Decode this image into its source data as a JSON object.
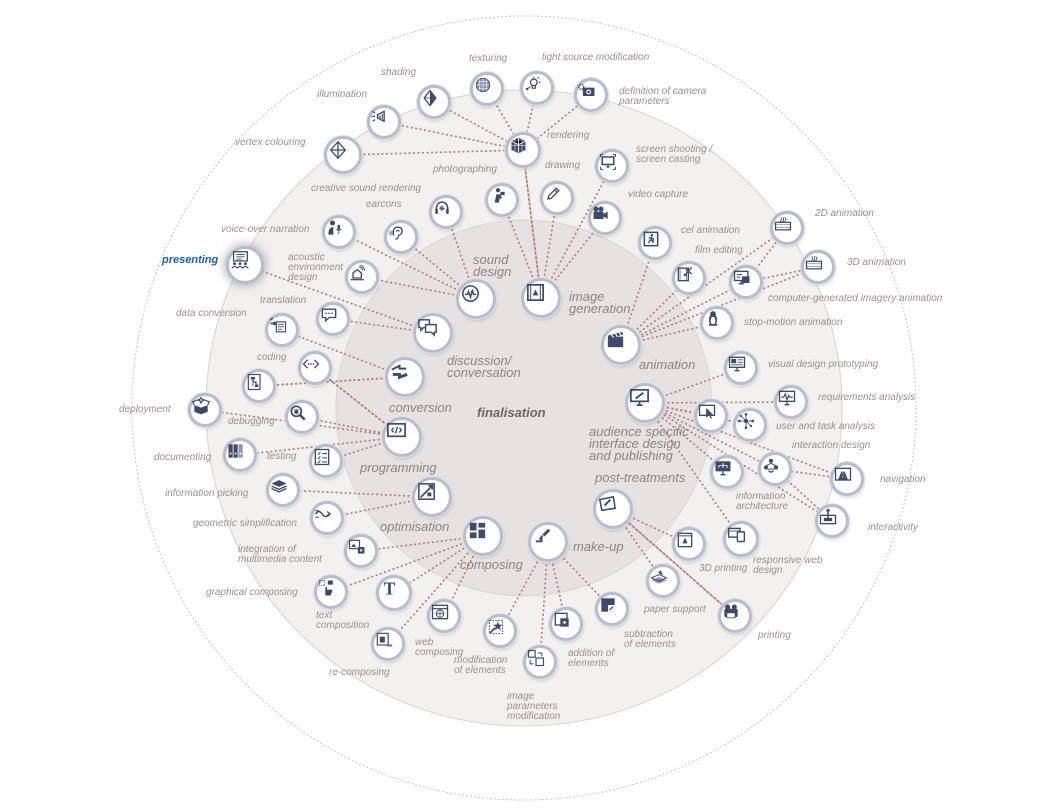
{
  "center": {
    "label": "finalisation"
  },
  "highlight": {
    "label": "presenting",
    "color": "#1f5ea8"
  },
  "colors": {
    "node_border": "#b9bccb",
    "icon": "#3d4a6b",
    "line": "#b07a78",
    "ring_fill": "#f2eeee",
    "inner_fill": "#e6e1e1",
    "text": "#9a8f90"
  },
  "categories": [
    {
      "id": "sound",
      "label": "sound\ndesign",
      "icon": "sound-wave-icon",
      "children": [
        {
          "id": "voiceover",
          "label": "voice-over narration",
          "icon": "microphone-person-icon"
        },
        {
          "id": "earcons",
          "label": "earcons",
          "icon": "ear-icon"
        },
        {
          "id": "creative-sound",
          "label": "creative sound rendering",
          "icon": "headphones-icon"
        },
        {
          "id": "acoustic",
          "label": "acoustic\nenvironment\ndesign",
          "icon": "house-sound-icon"
        }
      ]
    },
    {
      "id": "image",
      "label": "image\ngeneration",
      "icon": "film-frame-icon",
      "children": [
        {
          "id": "photographing",
          "label": "photographing",
          "icon": "photographer-icon"
        },
        {
          "id": "drawing",
          "label": "drawing",
          "icon": "pencil-icon"
        },
        {
          "id": "screen",
          "label": "screen shooting /\nscreen casting",
          "icon": "monitor-capture-icon"
        },
        {
          "id": "video",
          "label": "video capture",
          "icon": "video-camera-icon"
        },
        {
          "id": "rendering",
          "label": "rendering",
          "icon": "cube-icon"
        }
      ]
    },
    {
      "id": "rendering-group",
      "label": "",
      "icon": "",
      "children": [
        {
          "id": "vertex",
          "label": "vertex colouring",
          "icon": "mesh-icon"
        },
        {
          "id": "illumination",
          "label": "illumination",
          "icon": "spotlight-icon"
        },
        {
          "id": "shading",
          "label": "shading",
          "icon": "diamond-shading-icon"
        },
        {
          "id": "texturing",
          "label": "texturing",
          "icon": "textured-sphere-icon"
        },
        {
          "id": "lightsource",
          "label": "light source modification",
          "icon": "bulb-icon"
        },
        {
          "id": "camera",
          "label": "definition of camera\nparameters",
          "icon": "camera-gear-icon"
        }
      ]
    },
    {
      "id": "animation",
      "label": "animation",
      "icon": "clapperboard-icon",
      "children": [
        {
          "id": "cel",
          "label": "cel animation",
          "icon": "runner-frame-icon"
        },
        {
          "id": "filmediting",
          "label": "film editing",
          "icon": "film-scissors-icon"
        },
        {
          "id": "cgi",
          "label": "computer-generated imagery animation",
          "icon": "monitor-film-icon"
        },
        {
          "id": "anim2d",
          "label": "2D animation",
          "icon": "film-2d-icon"
        },
        {
          "id": "anim3d",
          "label": "3D animation",
          "icon": "film-3d-icon"
        },
        {
          "id": "stopmotion",
          "label": "stop-motion animation",
          "icon": "penguin-figure-icon"
        }
      ]
    },
    {
      "id": "audience",
      "label": "audience specific\ninterface design\nand publishing",
      "icon": "design-monitor-icon",
      "children": [
        {
          "id": "visualproto",
          "label": "visual design prototyping",
          "icon": "prototype-monitor-icon"
        },
        {
          "id": "reqs",
          "label": "requirements analysis",
          "icon": "pulse-monitor-icon"
        },
        {
          "id": "usertask",
          "label": "user and task analysis",
          "icon": "network-icon"
        },
        {
          "id": "interaction",
          "label": "interaction design",
          "icon": "people-network-icon"
        },
        {
          "id": "infoarch",
          "label": "information\narchitecture",
          "icon": "sitemap-monitor-icon"
        },
        {
          "id": "responsive",
          "label": "responsive web\ndesign",
          "icon": "devices-icon"
        },
        {
          "id": "navigation",
          "label": "navigation",
          "icon": "road-icon"
        },
        {
          "id": "interactivity",
          "label": "interactivity",
          "icon": "touch-screen-icon"
        },
        {
          "id": "pointer",
          "label": "",
          "icon": "cursor-screen-icon"
        }
      ]
    },
    {
      "id": "post",
      "label": "post-treatments",
      "icon": "pen-paper-icon",
      "children": [
        {
          "id": "printing3d",
          "label": "3D printing",
          "icon": "printer-3d-icon"
        },
        {
          "id": "paper",
          "label": "paper support",
          "icon": "paper-stack-icon"
        },
        {
          "id": "printing",
          "label": "printing",
          "icon": "printer-roll-icon"
        }
      ]
    },
    {
      "id": "makeup",
      "label": "make-up",
      "icon": "brush-square-icon",
      "children": [
        {
          "id": "subtraction",
          "label": "subtraction\nof elements",
          "icon": "subtract-square-icon"
        },
        {
          "id": "addition",
          "label": "addition of\nelements",
          "icon": "add-square-icon"
        },
        {
          "id": "imgparams",
          "label": "image\nparameters\nmodification",
          "icon": "resize-squares-icon"
        },
        {
          "id": "modif",
          "label": "modification\nof elements",
          "icon": "star-edit-icon"
        }
      ]
    },
    {
      "id": "composing",
      "label": "composing",
      "icon": "layout-blocks-icon",
      "children": [
        {
          "id": "web",
          "label": "web\ncomposing",
          "icon": "browser-globe-icon"
        },
        {
          "id": "text",
          "label": "text\ncomposition",
          "icon": "letter-t-icon"
        },
        {
          "id": "recomposing",
          "label": "re-composing",
          "icon": "recompose-icon"
        },
        {
          "id": "graphical",
          "label": "graphical composing",
          "icon": "hand-grid-icon"
        },
        {
          "id": "multimedia",
          "label": "integration of\nmultimedia content",
          "icon": "media-collage-icon"
        }
      ]
    },
    {
      "id": "optimisation",
      "label": "optimisation",
      "icon": "optimise-chart-icon",
      "children": [
        {
          "id": "geometric",
          "label": "geometric simplification",
          "icon": "wave-arrows-icon"
        },
        {
          "id": "infopicking",
          "label": "information picking",
          "icon": "layers-hand-icon"
        }
      ]
    },
    {
      "id": "programming",
      "label": "programming",
      "icon": "code-monitor-icon",
      "children": [
        {
          "id": "testing",
          "label": "testing",
          "icon": "checklist-icon"
        },
        {
          "id": "documenting",
          "label": "documenting",
          "icon": "binders-icon"
        },
        {
          "id": "debugging",
          "label": "debugging",
          "icon": "magnifier-bug-icon"
        },
        {
          "id": "deployment",
          "label": "deployment",
          "icon": "open-box-icon"
        },
        {
          "id": "coding",
          "label": "coding",
          "icon": "code-brackets-icon"
        }
      ]
    },
    {
      "id": "conversion",
      "label": "conversion",
      "icon": "convert-arrows-icon",
      "children": [
        {
          "id": "dataconv",
          "label": "data conversion",
          "icon": "data-transfer-icon"
        },
        {
          "id": "codingdoc",
          "label": "",
          "icon": "flowchart-icon"
        }
      ]
    },
    {
      "id": "discussion",
      "label": "discussion/\nconversation",
      "icon": "speech-bubbles-icon",
      "children": [
        {
          "id": "translation",
          "label": "translation",
          "icon": "chat-bubble-icon"
        },
        {
          "id": "presenting",
          "label": "presenting",
          "icon": "presenter-board-icon"
        }
      ]
    }
  ]
}
